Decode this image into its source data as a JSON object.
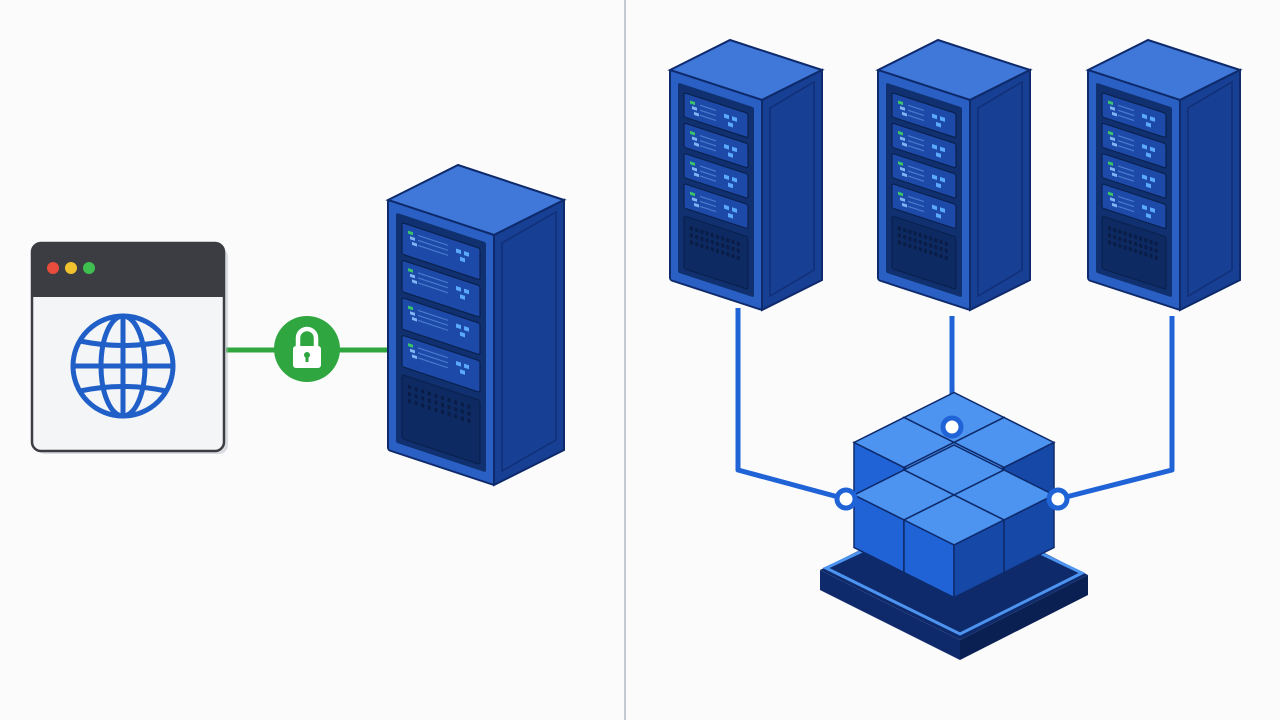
{
  "colors": {
    "background": "#fbfbfc",
    "divider": "#c4c9d2",
    "server_front": "#2a5fc4",
    "server_side": "#173f93",
    "server_top": "#3f78d8",
    "server_outline": "#0e2a6b",
    "server_slot": "#10306f",
    "led_green": "#39c46a",
    "led_blue": "#5aa9ff",
    "secure_link": "#2fa640",
    "lock_badge": "#2fa640",
    "connector": "#1f63d6",
    "cube_front": "#1f63d6",
    "cube_top": "#4d94f0",
    "cube_side": "#1648a8",
    "platform": "#1a57c4",
    "browser_bar": "#3b3d42",
    "browser_body": "#f4f5f7",
    "globe": "#1f5fc7",
    "dot_red": "#e84c3d",
    "dot_yellow": "#f2c12e",
    "dot_green": "#3fbf4f"
  },
  "left_panel": {
    "browser_window": {
      "icon": "globe-icon",
      "window_dots": [
        "red",
        "yellow",
        "green"
      ]
    },
    "secure_connection": {
      "icon": "padlock-icon"
    },
    "server": {
      "icon": "server-rack-icon",
      "unit_count": 4
    }
  },
  "right_panel": {
    "servers": [
      {
        "id": "server-1",
        "icon": "server-rack-icon"
      },
      {
        "id": "server-2",
        "icon": "server-rack-icon"
      },
      {
        "id": "server-3",
        "icon": "server-rack-icon"
      }
    ],
    "shared_storage": {
      "icon": "block-cluster-icon",
      "blocks": 8
    }
  }
}
